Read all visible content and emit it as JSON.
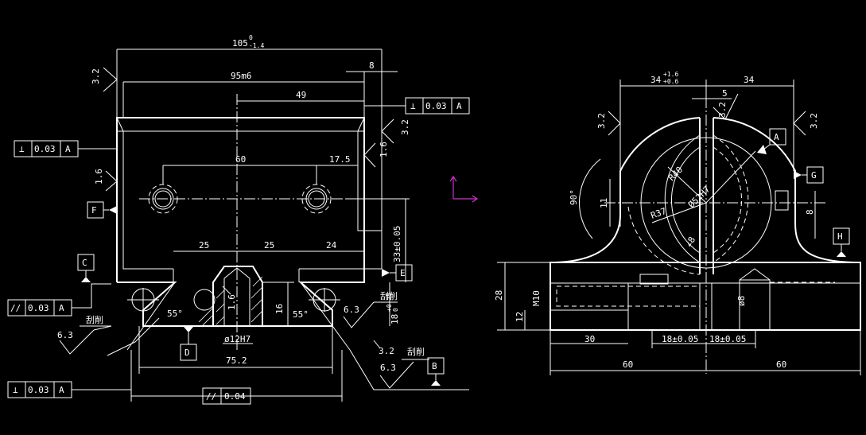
{
  "colors": {
    "background": "#000000",
    "lines": "#ffffff",
    "ucs_icon": "#cc33cc"
  },
  "front_view": {
    "dims": {
      "overall_width": "105",
      "overall_width_tol_upper": "0",
      "overall_width_tol_lower": "-1.4",
      "fit_width": "95m6",
      "width_8": "8",
      "offset_49": "49",
      "hole_spacing": "60",
      "hole_offset": "17.5",
      "seg_a": "25",
      "seg_b": "25",
      "seg_c": "24",
      "height_33": "33±0.05",
      "height_18": "18",
      "height_18_tol_upper": "+0.25",
      "height_18_tol_lower": "0",
      "bore": "ø12H7",
      "bottom_width": "75.2",
      "slot_depth": "16",
      "angle_left": "55°",
      "angle_right": "55°"
    },
    "roughness": [
      "3.2",
      "1.6",
      "1.6",
      "3.2",
      "1.6",
      "6.3",
      "6.3",
      "6.3",
      "3.2"
    ],
    "scrape_notes": [
      "刮削",
      "刮削",
      "刮削"
    ],
    "datums": [
      "C",
      "D",
      "E",
      "F",
      "B"
    ],
    "tolerance_frames": [
      {
        "symbol": "⊥",
        "value": "0.03",
        "datum": "A"
      },
      {
        "symbol": "⊥",
        "value": "0.03",
        "datum": "A"
      },
      {
        "symbol": "//",
        "value": "0.03",
        "datum": "A"
      },
      {
        "symbol": "⊥",
        "value": "0.03",
        "datum": "A"
      },
      {
        "symbol": "//",
        "value": "0.04",
        "datum": ""
      }
    ]
  },
  "side_view": {
    "dims": {
      "width_34_left": "34",
      "width_34_left_tol_upper": "+1.6",
      "width_34_left_tol_lower": "+0.6",
      "width_34_right": "34",
      "dim_5": "5",
      "radius_40": "R40",
      "radius_37": "R37",
      "bore_52": "Ø52H7",
      "angle_90": "90°",
      "dim_11": "11",
      "angle_8": "∠8",
      "dim_8": "8",
      "height_28": "28",
      "height_12": "12",
      "thread_m10": "M10",
      "hole_8": "ø8",
      "len_30": "30",
      "pos_left": "18±0.05",
      "pos_right": "18±0.05",
      "half_left": "60",
      "half_right": "60"
    },
    "roughness": [
      "3.2",
      "3.2",
      "3.2"
    ],
    "datums": [
      "A",
      "G",
      "H"
    ]
  }
}
